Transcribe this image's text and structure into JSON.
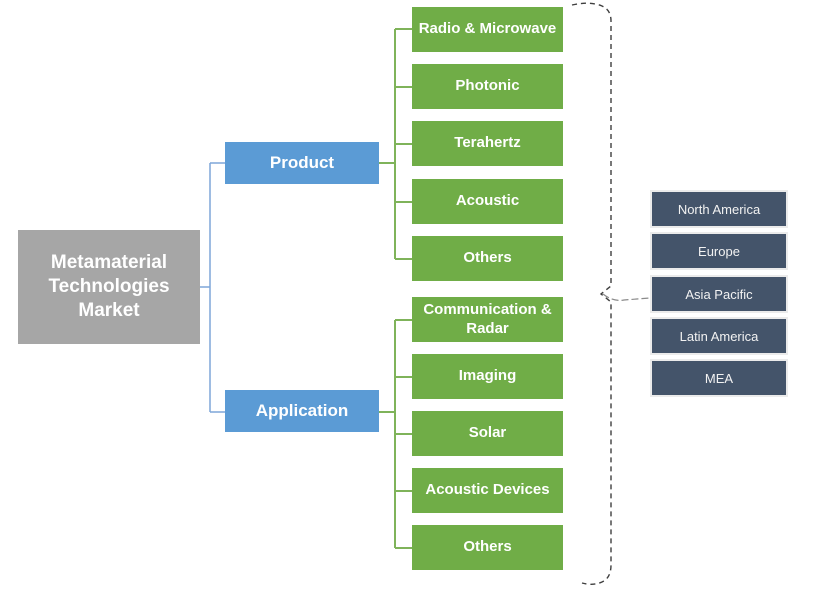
{
  "title": "Metamaterial Technologies Market segmentation diagram",
  "palette": {
    "root_box": "#a6a6a6",
    "branch_box": "#5b9bd5",
    "leaf_box": "#70ad47",
    "region_box": "#44546a",
    "box_text": "#ffffff",
    "blue_connector": "#7ea6d9",
    "green_connector": "#7fb35a",
    "bracket_dash": "#3f3f3f",
    "region_pointer": "#8a8a8a"
  },
  "root": {
    "label": "Metamaterial Technologies Market"
  },
  "branches": [
    {
      "label": "Product",
      "children": [
        "Radio & Microwave",
        "Photonic",
        "Terahertz",
        "Acoustic",
        "Others"
      ]
    },
    {
      "label": "Application",
      "children": [
        "Communication & Radar",
        "Imaging",
        "Solar",
        "Acoustic Devices",
        "Others"
      ]
    }
  ],
  "regions": [
    "North America",
    "Europe",
    "Asia Pacific",
    "Latin America",
    "MEA"
  ]
}
